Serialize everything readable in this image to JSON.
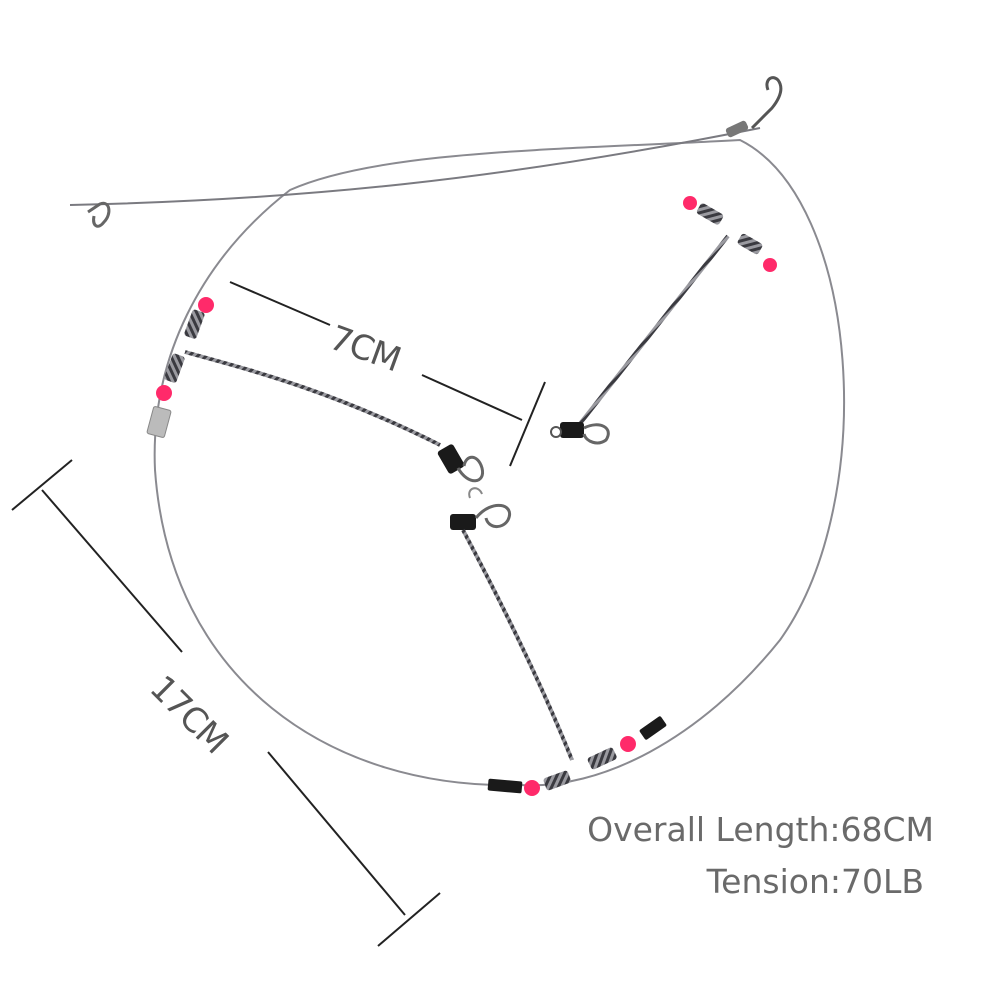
{
  "dimensions": {
    "branch_spacing": "7CM",
    "branch_length": "17CM"
  },
  "specs": {
    "overall_length": "Overall Length:68CM",
    "tension": "Tension:70LB"
  },
  "colors": {
    "wire": "#8a8a90",
    "bead": "#ff2a6a",
    "dimension_line": "#222222",
    "text": "#6a6a6a"
  },
  "icons": [
    "snap-swivel-icon",
    "bead-icon",
    "spring-icon",
    "crimp-sleeve-icon"
  ]
}
